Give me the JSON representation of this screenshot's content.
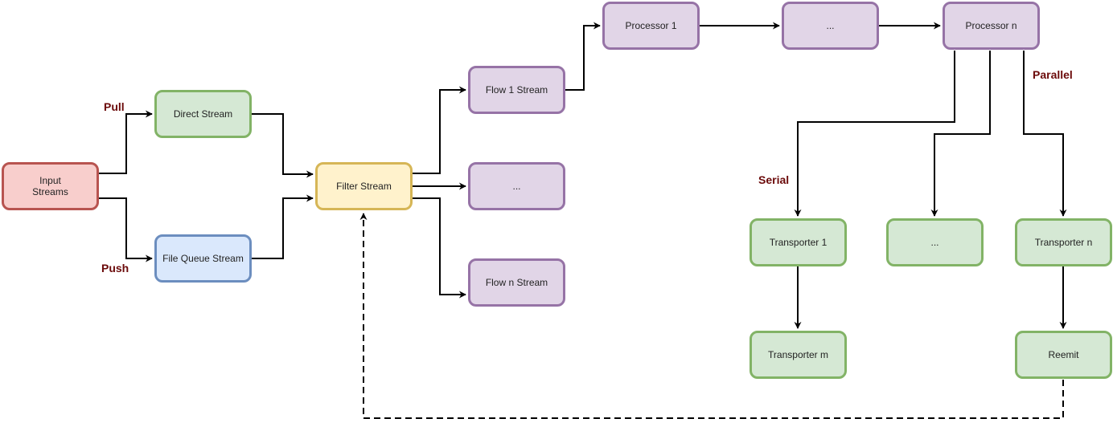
{
  "nodes": {
    "input": "Input\nStreams",
    "direct": "Direct Stream",
    "file_queue": "File Queue Stream",
    "filter": "Filter Stream",
    "flow1": "Flow 1 Stream",
    "flow_ellipsis": "...",
    "flown": "Flow n Stream",
    "processor1": "Processor 1",
    "processor_ellipsis": "...",
    "processorn": "Processor n",
    "transporter1": "Transporter 1",
    "transporter_ellipsis": "...",
    "transportern": "Transporter n",
    "transporterm": "Transporter m",
    "reemit": "Reemit"
  },
  "edge_labels": {
    "pull": "Pull",
    "push": "Push",
    "serial": "Serial",
    "parallel": "Parallel"
  },
  "colors": {
    "red_fill": "#f8cecc",
    "red_stroke": "#b85450",
    "green_fill": "#d5e8d4",
    "green_stroke": "#82b366",
    "blue_fill": "#dae8fc",
    "blue_stroke": "#6c8ebf",
    "yellow_fill": "#fff2cc",
    "yellow_stroke": "#d6b656",
    "purple_fill": "#e1d5e7",
    "purple_stroke": "#9673a6",
    "label_color": "#6b0a0a"
  }
}
